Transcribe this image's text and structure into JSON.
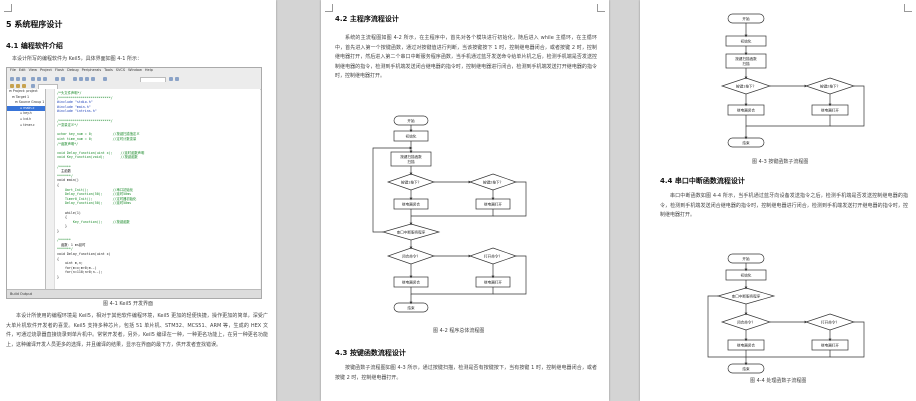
{
  "page1": {
    "section_title": "5 系统程序设计",
    "sub_title": "4.1 编程软件介绍",
    "intro": "本设计所写的编程软件为 Keil5，具体界面如图 4-1 所示：",
    "ide": {
      "menu": [
        "File",
        "Edit",
        "View",
        "Project",
        "Flash",
        "Debug",
        "Peripherals",
        "Tools",
        "SVCS",
        "Window",
        "Help"
      ],
      "tree": [
        "Project: project",
        "Target 1",
        "Source Group 1",
        "main.c",
        "key.h",
        "lcd.h",
        "timer.c"
      ],
      "code": [
        "/*头文件声明*/",
        "/**************************/",
        "#include \"stdio.h\"",
        "#include \"main.h\"",
        "#include \"intrins.h\"",
        "",
        "/**************************/",
        "/*变量定义*/",
        "",
        "uchar key_num = 0;          //按键扫描值定义",
        "uint time_num = 0;          //定时计数变量",
        "/*函数声明*/",
        "",
        "void Delay_function(uint x);    //延时函数声明",
        "void Key_function(void);        //按键函数",
        "",
        "/******",
        "  主函数",
        "*******/",
        "void main()",
        "{",
        "    Uart_Init();            //串口初始化",
        "    Delay_function(50);     //延时50ms",
        "    Timer0_Init();          //定时器初始化",
        "    Delay_function(50);     //延时50ms",
        "",
        "    while(1)",
        "    {",
        "        Key_function();     //按键函数",
        "    }",
        "}",
        "",
        "/******",
        "  函数：1 ms延时",
        "*******/",
        "void Delay_function(uint x)",
        "{",
        "    uint m,n;",
        "    for(m=x;m>0;m--)",
        "    for(n=110;n>0;n--);",
        "}"
      ],
      "status": "Build Output"
    },
    "figure_caption": "图 4-1 Keil5 开发界面",
    "para2": "本设计所使用的编程环境是 Keil5，相对于其他软件编程环境，Keil5 更加的轻便快捷，操作更加的简单，深受广大单片机软件开发者的喜爱。Keil5 支持多种芯片，包括 51 单片机、STM32、MCS51、ARM 等，生成的 HEX 文件，可通过烧录器直接烧录到单片机中。常常开发者，另外，Keil5 编译在一种，一种更名功能上，在另一种更名功能上，这种编译开发人员更多的选择，并且编译的结果，显示在界面的最下方，供开发者查找错误。"
  },
  "page2": {
    "sub_title": "4.2 主程序流程设计",
    "para": "系统的主流程图如图 4-2 所示，在主程序中，首先对各个模块进行初始化，随后进入 while 主循环，在主循环中，首先进入第一个按键函数，通过对按键值进行判断，当该按键按下 1 时，控制继电器闭合，或者按键 2 时，控制继电器打开，然后进入第二个串口中断服务程序函数，当手机通过蓝牙发送命令给单片机之后，检测手机端是否发送控制继电器的指令，检测到手机端发送闭合继电器的指令时，控制继电器进行闭合，检测到手机端发送打开继电器的指令时，控制继电器打开。",
    "fig_caption": "图 4-2 程序总体流程图",
    "sub_title2": "4.3 按键函数流程设计",
    "para2": "按键函数子流程图如图 4-3 所示，通过按键扫描，检测是否有按键按下，当有按键 1 时，控制继电器闭合，或者按键 2 时，控制继电器打开。"
  },
  "page3": {
    "fig_caption": "图 4-3 按键函数子流程图",
    "sub_title": "4.4 串口中断函数流程设计",
    "para": "串口中断函数如图 4-4 所示，当手机通过蓝牙向设备发送指令之后，检测手机端是否发送控制继电器的指令，检测到手机端发送闭合继电器的指令时，控制继电器进行闭合，检测到手机端发送打开继电器的指令时，控制继电器打开。",
    "fig_caption2": "图 4-4 处理函数子流程图"
  }
}
